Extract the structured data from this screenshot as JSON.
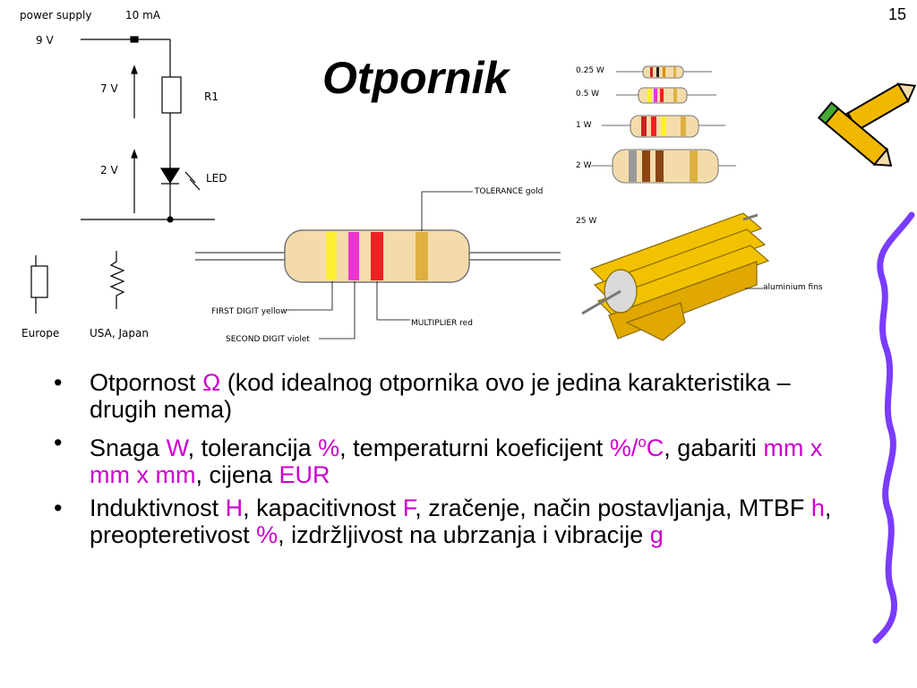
{
  "slide": {
    "number": "15",
    "title": "Otpornik"
  },
  "circuit": {
    "power_supply": "power supply",
    "current": "10 mA",
    "supply_voltage": "9 V",
    "resistor_voltage": "7 V",
    "led_voltage": "2 V",
    "resistor_label": "R1",
    "led_label": "LED",
    "europe_label": "Europe",
    "usa_label": "USA, Japan"
  },
  "color_code": {
    "tolerance": "TOLERANCE gold",
    "first_digit": "FIRST DIGIT yellow",
    "second_digit": "SECOND DIGIT violet",
    "multiplier": "MULTIPLIER red"
  },
  "power_ratings": {
    "w025": "0.25 W",
    "w05": "0.5 W",
    "w1": "1 W",
    "w2": "2 W",
    "w25": "25 W",
    "fins": "aluminium fins"
  },
  "bullets": [
    {
      "segments": [
        "Otpornost ",
        "Ω",
        " (kod idealnog otpornika ovo je jedina karakteristika – drugih nema)"
      ]
    },
    {
      "segments": [
        "Snaga ",
        "W",
        ", tolerancija ",
        "%",
        ", temperaturni koeficijent ",
        "%/",
        "o",
        "C",
        ", gabariti ",
        "mm x mm x mm",
        ", cijena ",
        "EUR"
      ]
    },
    {
      "segments": [
        "Induktivnost ",
        "H",
        ", kapacitivnost ",
        "F",
        ", zračenje, način postavljanja, MTBF ",
        "h",
        ", preopteretivost ",
        "%",
        ", izdržljivost na ubrzanja i vibracije ",
        "g"
      ]
    }
  ],
  "colors": {
    "highlight": "#cc00cc",
    "bullet_text": "#000000"
  }
}
